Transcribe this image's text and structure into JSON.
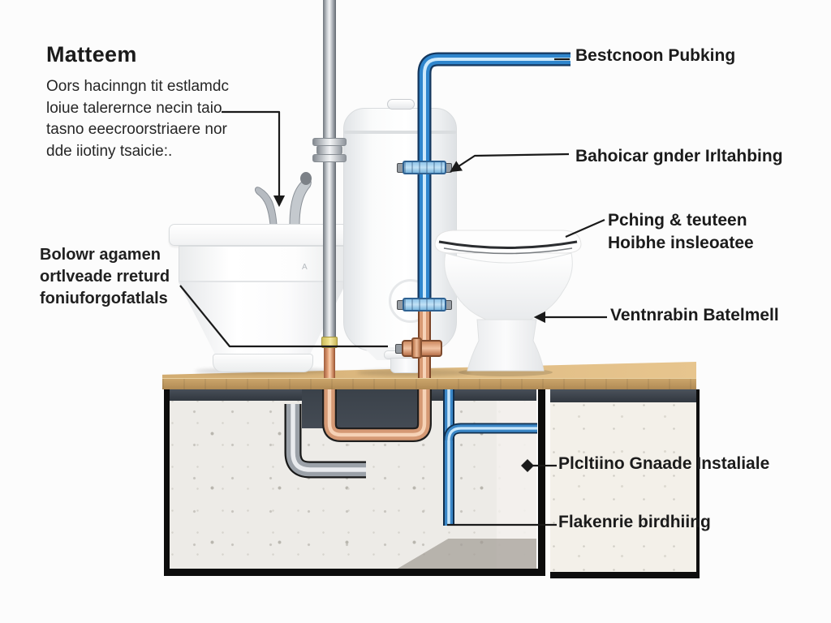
{
  "diagram": {
    "title": "Matteem",
    "description_lines": [
      "Oors hacinngn tit estlamdc",
      "loiue talerernce necin taio",
      "tasno eeecroorstriaere nor",
      "dde iiotiny tsaicie:."
    ],
    "left_callout_lines": [
      "Bolowr agamen",
      "ortlveade rreturd",
      "foniuforgofatlals"
    ],
    "callouts": {
      "top_right": "Bestcnoon Pubking",
      "cistern": "Bahoicar gnder Irltahbing",
      "toilet_seat_line1": "Pching & teuteen",
      "toilet_seat_line2": "Hoibhe insleoatee",
      "toilet_base": "Ventnrabin Batelmell",
      "underfloor_grade": "Plcltiino Gnaade Instaliale",
      "underfloor_pipe": "Flakenrie birdhiing"
    },
    "basin_mark": "A",
    "colors": {
      "pipe_blue": "#2f86cd",
      "pipe_copper": "#d89a74",
      "pipe_chrome": "#c7cbd0",
      "accent_yellow": "#eee08a",
      "wood_counter": "#d2ac71",
      "filter_blue": "#3f6aa8",
      "leader_line": "#1a1a1a"
    }
  }
}
